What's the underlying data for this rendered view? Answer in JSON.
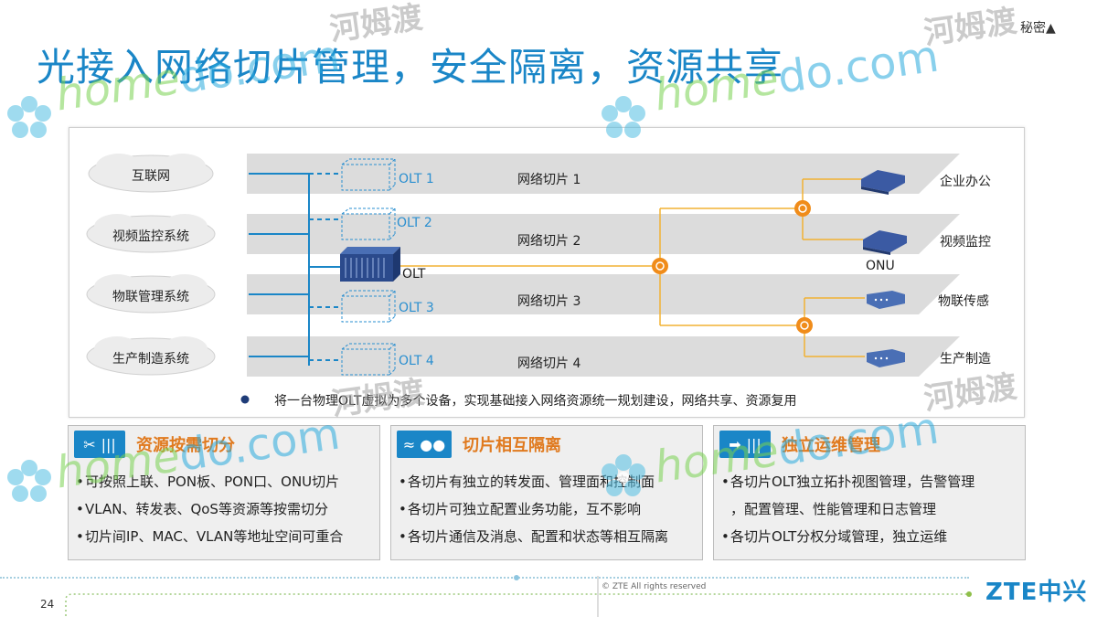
{
  "title": "光接入网络切片管理，安全隔离，资源共享",
  "classification": "秘密▲",
  "diagram": {
    "clouds": [
      "互联网",
      "视频监控系统",
      "物联管理系统",
      "生产制造系统"
    ],
    "virtual_olts": [
      "OLT 1",
      "OLT 2",
      "OLT 3",
      "OLT 4"
    ],
    "physical_olt": "OLT",
    "slices": [
      "网络切片 1",
      "网络切片 2",
      "网络切片 3",
      "网络切片 4"
    ],
    "onu_label": "ONU",
    "endpoints": [
      "企业办公",
      "视频监控",
      "物联传感",
      "生产制造"
    ],
    "summary": "将一台物理OLT虚拟为多个设备，实现基础接入网络资源统一规划建设，网络共享、资源复用"
  },
  "panels": [
    {
      "icon": "scissors-icon",
      "title": "资源按需切分",
      "items": [
        "可按照上联、PON板、PON口、ONU切片",
        "VLAN、转发表、QoS等资源等按需切分",
        "切片间IP、MAC、VLAN等地址空间可重合"
      ]
    },
    {
      "icon": "isolation-icon",
      "title": "切片相互隔离",
      "items": [
        "各切片有独立的转发面、管理面和控制面",
        "各切片可独立配置业务功能，互不影响",
        "各切片通信及消息、配置和状态等相互隔离"
      ]
    },
    {
      "icon": "forward-icon",
      "title": "独立运维管理",
      "items": [
        "各切片OLT独立拓扑视图管理，告警管理",
        "，配置管理、性能管理和日志管理",
        "各切片OLT分权分域管理，独立运维"
      ]
    }
  ],
  "footer": {
    "page": "24",
    "copyright": "© ZTE All rights reserved",
    "logo": "ZTE中兴"
  },
  "watermark": {
    "brand_cn": "河姆渡",
    "brand_en_a": "home",
    "brand_en_b": "do.com"
  },
  "colors": {
    "title": "#1a86c7",
    "accent_orange": "#e07a1f",
    "link_line": "#f2b233",
    "uplink": "#1a86c7"
  }
}
